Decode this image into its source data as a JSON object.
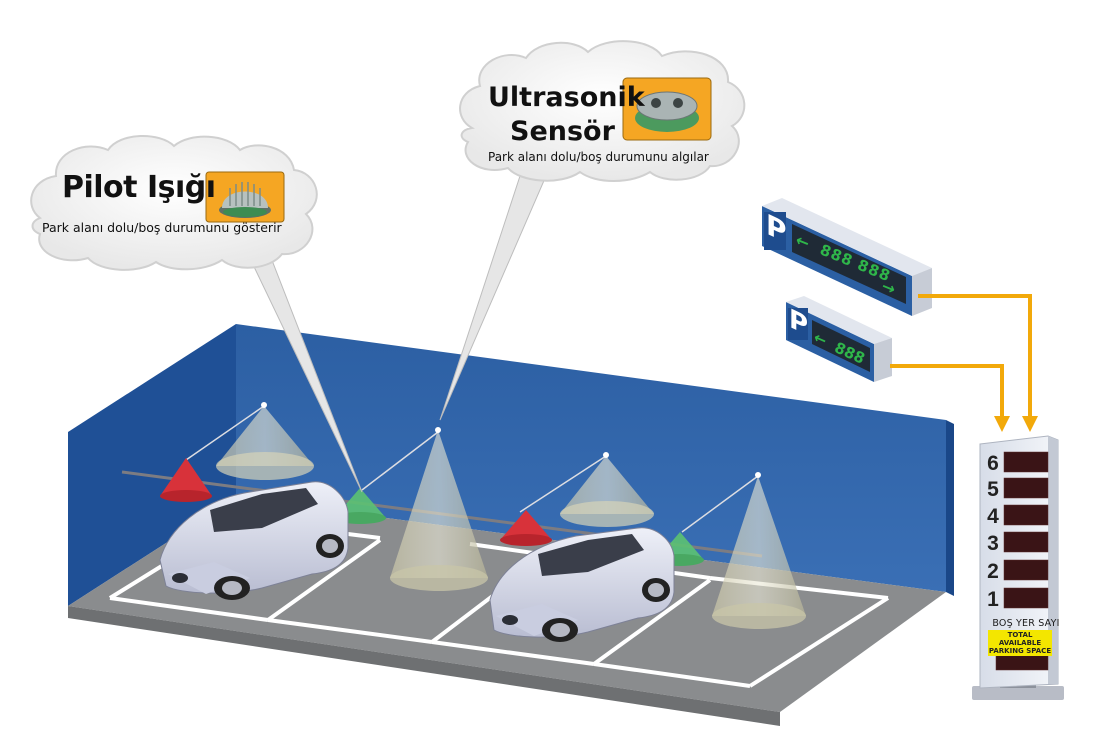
{
  "callouts": {
    "pilot": {
      "title": "Pilot Işığı",
      "description": "Park alanı dolu/boş durumunu gösterir",
      "icon": "pilot-light-icon"
    },
    "ultrasonic": {
      "title_line1": "Ultrasonik",
      "title_line2": "Sensör",
      "description": "Park alanı dolu/boş durumunu algılar",
      "icon": "ultrasonic-sensor-icon"
    }
  },
  "signs": {
    "large": {
      "symbol": "P",
      "text": "888 888",
      "arrow_left": "←",
      "arrow_right": "→"
    },
    "small": {
      "symbol": "P",
      "text": "888",
      "arrow_left": "←"
    }
  },
  "totem": {
    "slots": [
      "6",
      "5",
      "4",
      "3",
      "2",
      "1"
    ],
    "label": "BOŞ YER SAYI",
    "sublabel": "TOTAL AVAILABLE PARKING SPACE"
  },
  "colors": {
    "wall": "#2f64a8",
    "floor": "#8c8e90",
    "occupied_light": "#d8323a",
    "free_light": "#5cc272",
    "cable": "#f2a90a",
    "led": "#2fb64a",
    "callout_icon_bg": "#f5a623"
  }
}
